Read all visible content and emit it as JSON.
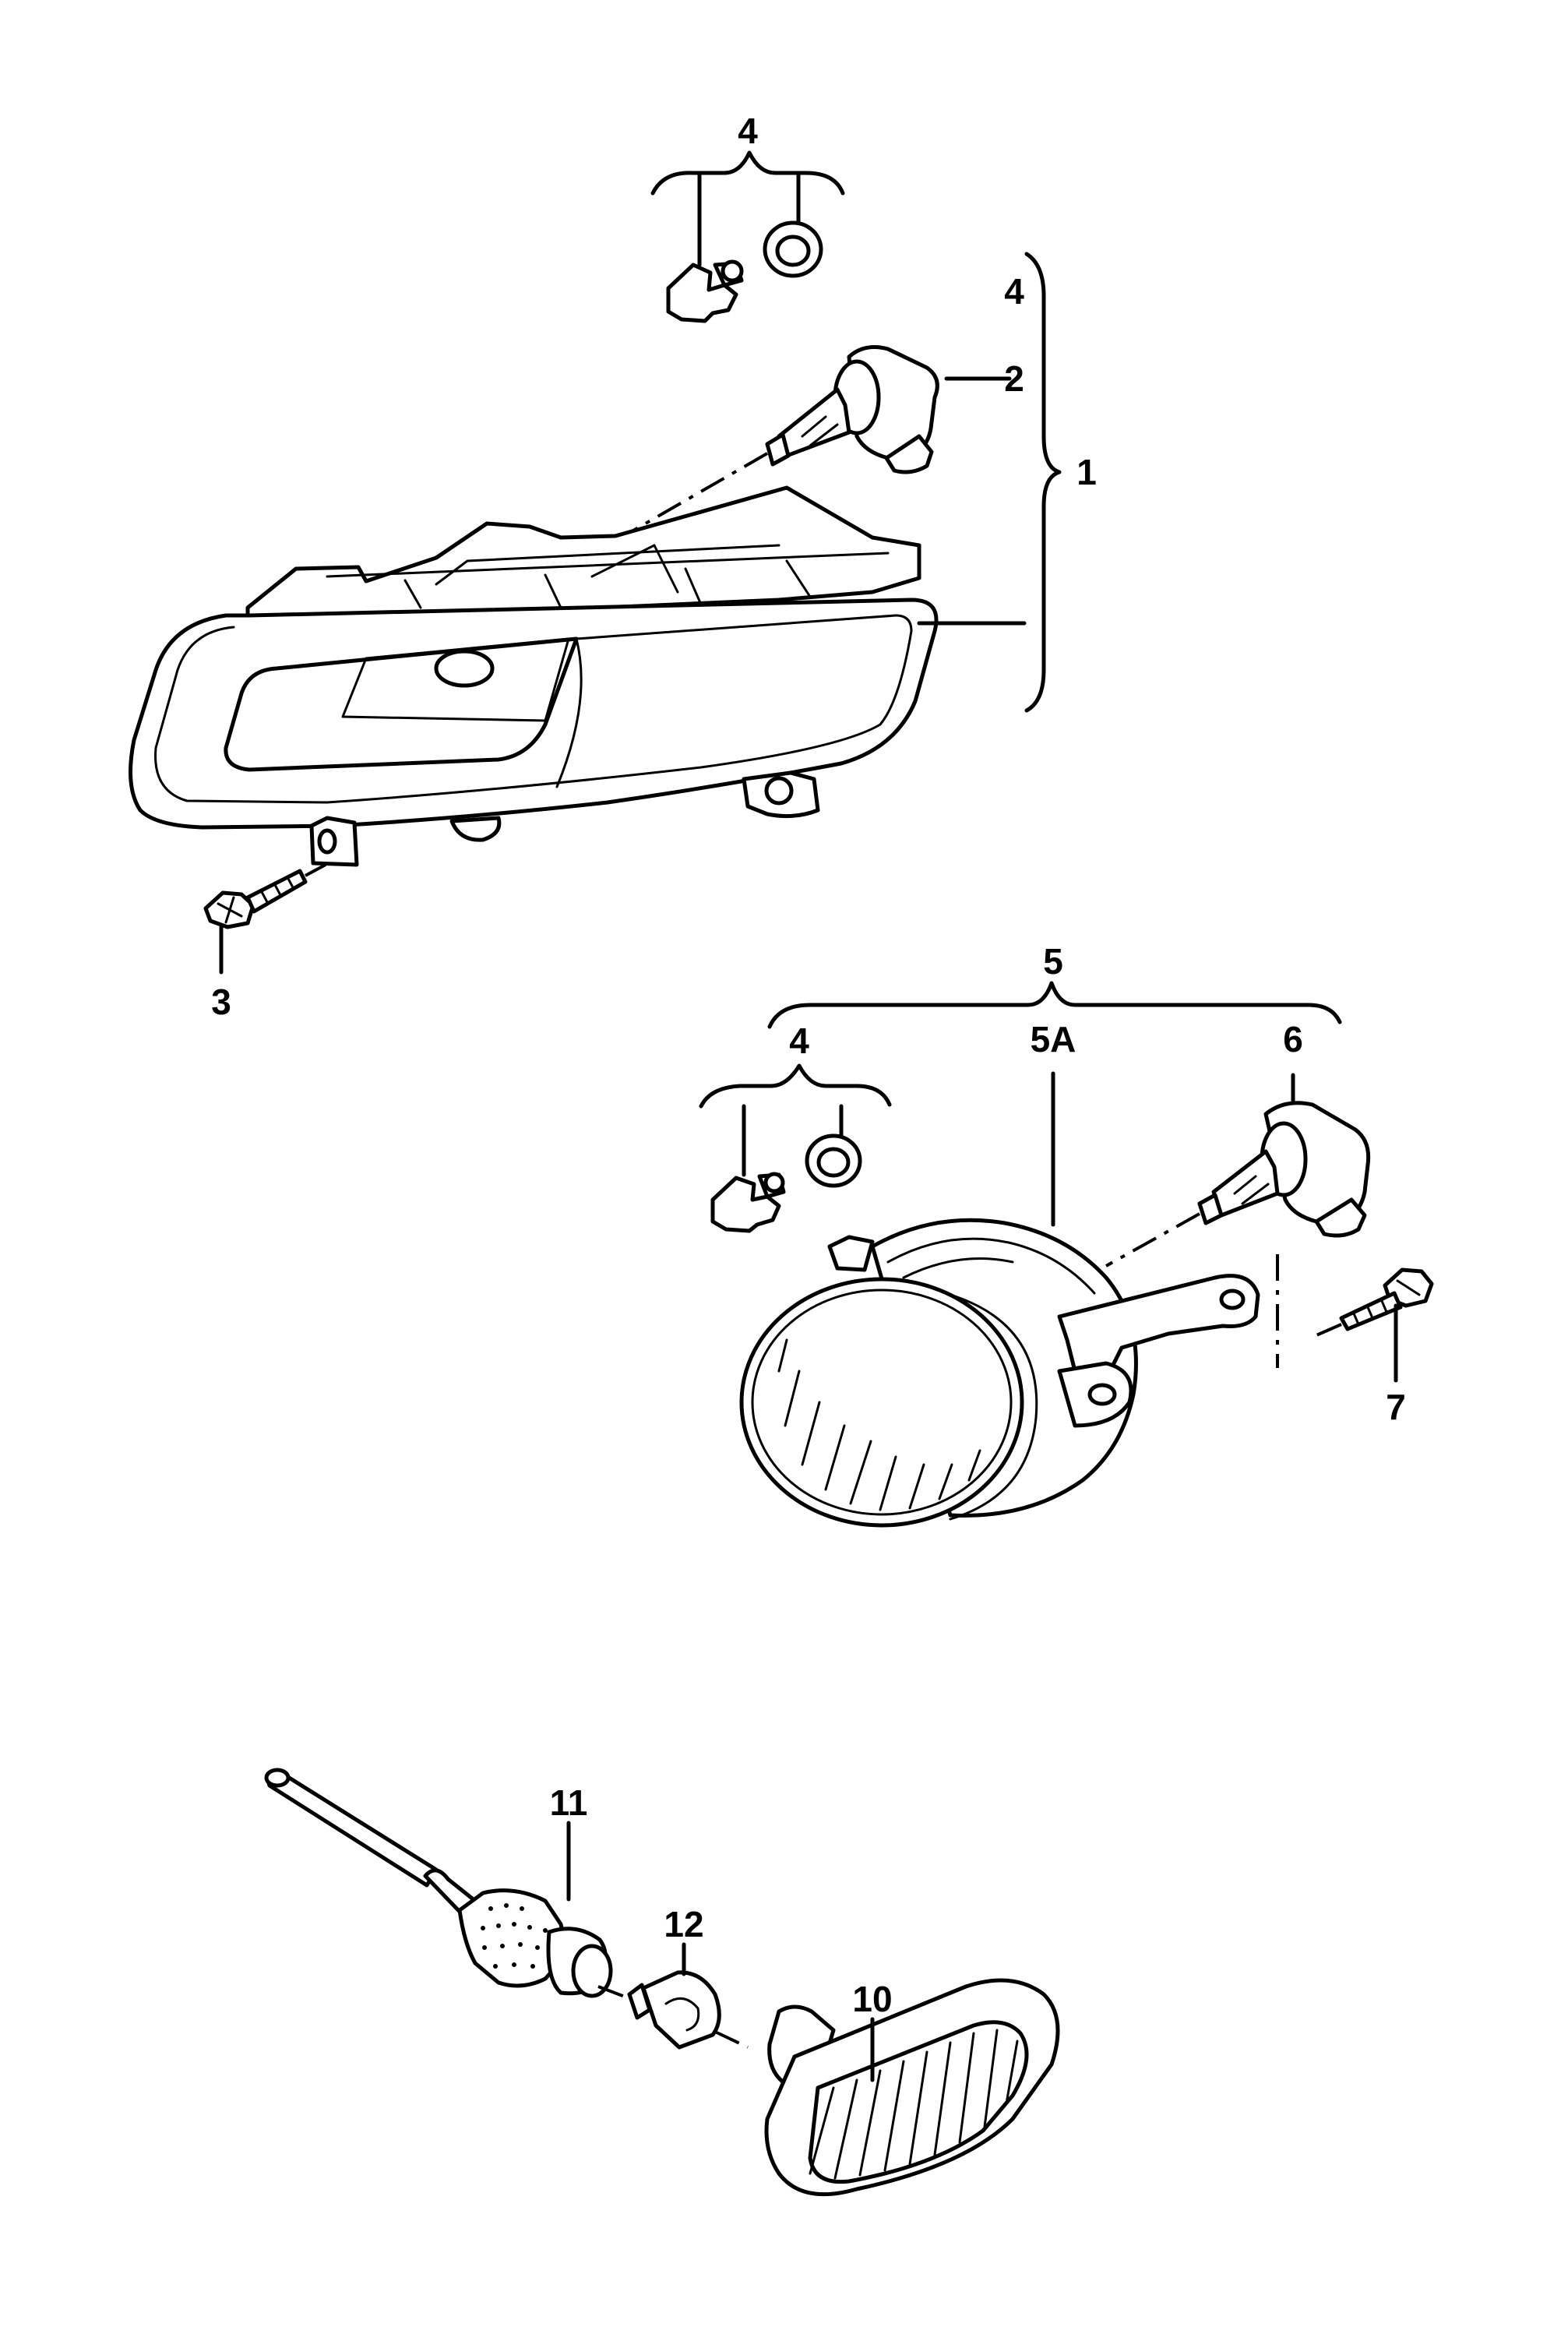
{
  "callouts": {
    "c1": "1",
    "c2": "2",
    "c3": "3",
    "c4_top": "4",
    "c4_right": "4",
    "c4_mid": "4",
    "c5": "5",
    "c5a": "5A",
    "c6": "6",
    "c7": "7",
    "c10": "10",
    "c11": "11",
    "c12": "12"
  },
  "colors": {
    "line": "#000000",
    "background": "#ffffff"
  }
}
